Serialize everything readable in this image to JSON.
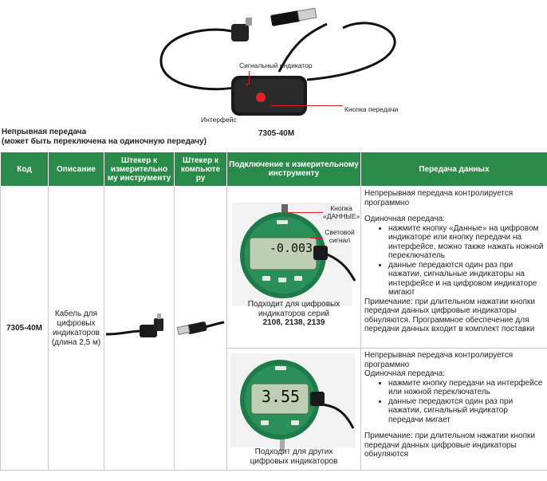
{
  "top": {
    "label_signal": "Сигнальный индикатор",
    "label_button": "Кнопка передачи",
    "label_interface": "Интерфейс",
    "model": "7305-40M",
    "heading_line1": "Непрывная передача",
    "heading_line2": "(может быть переключена на  одиночную передачу)"
  },
  "table": {
    "headers": [
      "Код",
      "Описание",
      "Штекер к измерительно му инструменту",
      "Штекер к компьюте ру",
      "Подключение к измерительному инструменту",
      "Передача данных"
    ],
    "row": {
      "code": "7305-40M",
      "description": "Кабель для цифровых индикаторов (длина 2,5 м)"
    },
    "conn1": {
      "label_button": "Кнопка «ДАННЫЕ»",
      "label_light": "Световой сигнал",
      "display_value": "-0.003",
      "caption_line1": "Подходит для цифровых",
      "caption_line2": "индикаторов серий",
      "caption_models": "2108, 2138, 2139"
    },
    "conn2": {
      "display_value": "3.55",
      "caption_line1": "Подходит для других",
      "caption_line2": "цифровых индикаторов"
    },
    "transfer1": {
      "p1": "Непрерывная передача контролируется программно",
      "p2": "Одиночная передача:",
      "b1": "нажмите кнопку «Данные» на цифровом индикаторе или кнопку передачи на интерфейсе, можно также нажать ножной переключатель",
      "b2": "данные передаются один раз при нажатии, сигнальные индикаторы на интерфейсе и на цифровом индикаторе мигают",
      "note": "Примечание: при длительном нажатии кнопки передачи данных цифровые индикаторы обнуляются. Программное обеспечение для передачи данных входит в комплект поставки"
    },
    "transfer2": {
      "p1": "Непрерывная передача контролируется программно",
      "p2": "Одиночная передача:",
      "b1": "нажмите кнопку передачи на интерфейсе или ножной переключатель",
      "b2": "данные передаются один раз при нажатии, сигнальный индикатор передачи мигает",
      "note": "Примечание: при длительном нажатии кнопки передачи данных цифровые индикаторы обнуляются"
    }
  },
  "colors": {
    "header_green": "#2a8a4a",
    "device_green": "#1f7a4a",
    "leader_red": "#d32222"
  }
}
